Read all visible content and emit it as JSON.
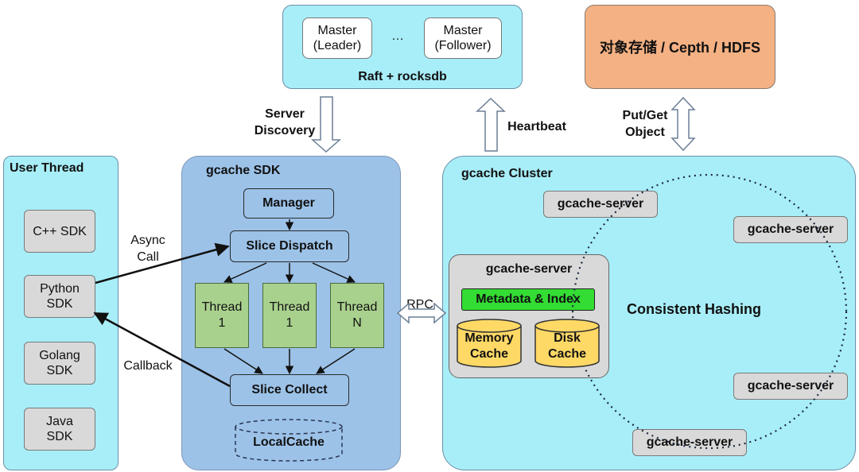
{
  "master": {
    "leader_label": "Master\n(Leader)",
    "ellipsis": "…",
    "follower_label": "Master\n(Follower)",
    "footer": "Raft + rocksdb"
  },
  "storage": {
    "label": "对象存储 / Cepth / HDFS"
  },
  "arrows": {
    "server_discovery": "Server\nDiscovery",
    "heartbeat": "Heartbeat",
    "put_get": "Put/Get\nObject",
    "async_call": "Async\nCall",
    "callback": "Callback",
    "rpc": "RPC"
  },
  "user_thread": {
    "title": "User Thread",
    "items": [
      "C++ SDK",
      "Python\nSDK",
      "Golang\nSDK",
      "Java\nSDK"
    ]
  },
  "sdk": {
    "title": "gcache SDK",
    "manager": "Manager",
    "slice_dispatch": "Slice Dispatch",
    "threads": [
      "Thread\n1",
      "Thread\n1",
      "Thread\nN"
    ],
    "slice_collect": "Slice Collect",
    "local_cache": "LocalCache"
  },
  "cluster": {
    "title": "gcache Cluster",
    "main_server": {
      "title": "gcache-server",
      "metadata": "Metadata & Index",
      "memory_cache": "Memory\nCache",
      "disk_cache": "Disk\nCache"
    },
    "consistent_hashing": "Consistent Hashing",
    "ring_servers": [
      "gcache-server",
      "gcache-server",
      "gcache-server",
      "gcache-server"
    ]
  },
  "colors": {
    "cyan": "#a8eef8",
    "blue": "#9cc2e8",
    "green": "#a9d18e",
    "metadata_green": "#33dd33",
    "cache_yellow": "#ffd966",
    "storage_orange": "#f4b183"
  }
}
